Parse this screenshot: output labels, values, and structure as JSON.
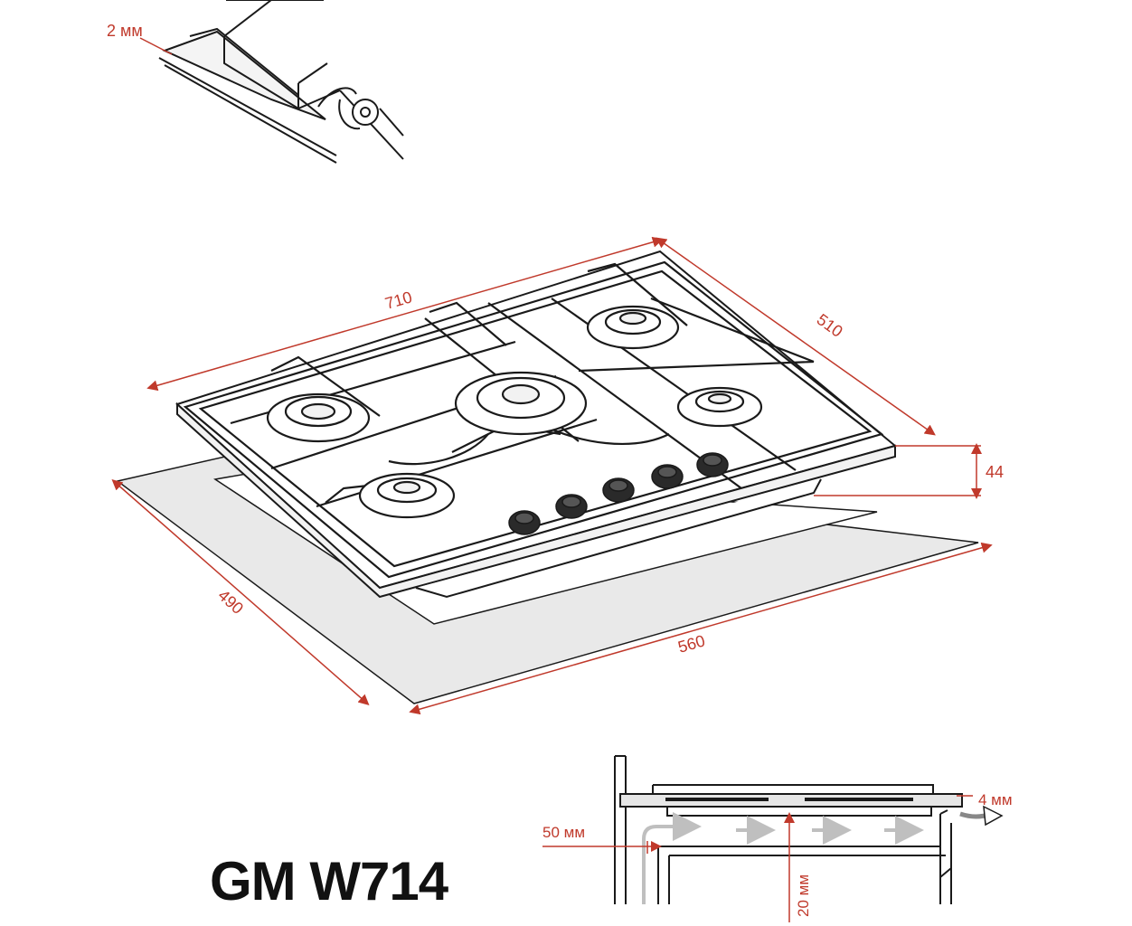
{
  "detail_top": {
    "seal_label": "2 мм"
  },
  "hob": {
    "width_label": "710",
    "depth_label": "510",
    "height_label": "44",
    "cutout_depth_label": "490",
    "cutout_width_label": "560"
  },
  "section": {
    "gap_label": "50 мм",
    "clearance_label": "20 мм",
    "vent_label": "4 мм"
  },
  "model_name": "GM W714",
  "colors": {
    "dimension": "#c0392b",
    "line": "#1a1a1a",
    "cutout": "#e9e9e9",
    "arrow": "#bfbfbf"
  },
  "icons": [
    "burner-icon",
    "knob-icon",
    "airflow-arrow-icon"
  ]
}
